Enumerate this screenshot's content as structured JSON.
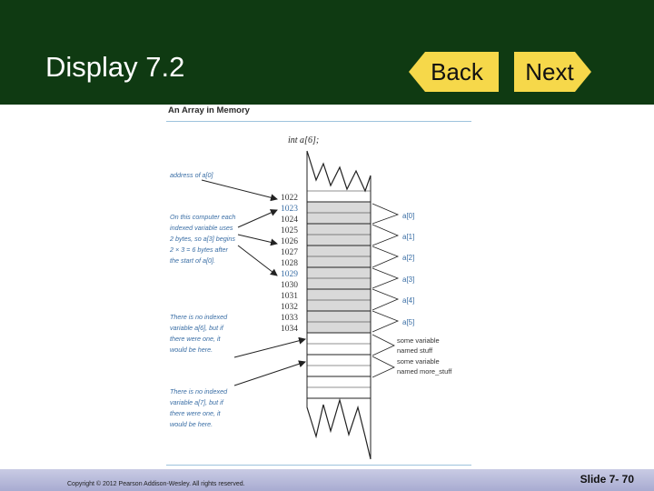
{
  "header": {
    "title": "Display 7.2",
    "back_label": "Back",
    "next_label": "Next"
  },
  "figure": {
    "title": "An Array in Memory",
    "declaration": "int a[6];",
    "notes": {
      "address_of": [
        "address of a[0]"
      ],
      "each_uses": [
        "On this computer each",
        "indexed variable uses",
        "2 bytes, so a[3] begins",
        "2 × 3 = 6 bytes after",
        "the start of a[0]."
      ],
      "no_a6": [
        "There is no indexed",
        "variable a[6], but if",
        "there were one, it",
        "would be here."
      ],
      "no_a7": [
        "There is no indexed",
        "variable a[7], but if",
        "there were one, it",
        "would be here."
      ]
    },
    "addresses": [
      "1022",
      "1023",
      "1024",
      "1025",
      "1026",
      "1027",
      "1028",
      "1029",
      "1030",
      "1031",
      "1032",
      "1033",
      "1034"
    ],
    "elements": [
      "a[0]",
      "a[1]",
      "a[2]",
      "a[3]",
      "a[4]",
      "a[5]"
    ],
    "other_vars": [
      "some variable",
      "named stuff",
      "some variable",
      "named more_stuff"
    ]
  },
  "footer": {
    "copyright": "Copyright © 2012 Pearson Addison-Wesley.  All rights reserved.",
    "slide_number": "Slide 7- 70"
  },
  "colors": {
    "header_bg": "#0f3a12",
    "footer_bg": "#b4b6da",
    "nav_button": "#f6d84a",
    "accent_blue": "#3a6ea5"
  }
}
